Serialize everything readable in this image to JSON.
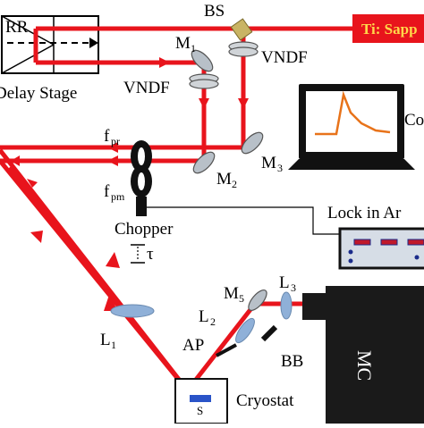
{
  "labels": {
    "rr": "RR",
    "delay_stage": "Delay Stage",
    "bs": "BS",
    "laser": "Ti: Sapp",
    "m1": "M",
    "m1_sub": "1",
    "vndf_left": "VNDF",
    "vndf_right": "VNDF",
    "m2": "M",
    "m2_sub": "2",
    "m3": "M",
    "m3_sub": "3",
    "fpr": "f",
    "fpr_sub": "pr",
    "fpm": "f",
    "fpm_sub": "pm",
    "chopper": "Chopper",
    "tau": "τ",
    "computer": "Co",
    "lockin": "Lock in Ar",
    "l1": "L",
    "l1_sub": "1",
    "l2": "L",
    "l2_sub": "2",
    "l3": "L",
    "l3_sub": "3",
    "m5": "M",
    "m5_sub": "5",
    "ap": "AP",
    "bb": "BB",
    "mc": "MC",
    "sample": "S",
    "cryostat": "Cryostat"
  },
  "colors": {
    "beam": "#e8141c",
    "laser_box": "#e8141c",
    "laser_text": "#ffd84a",
    "optic": "#8fb0d8",
    "bs": "#c9b464",
    "mirror": "#b8c0c8",
    "screen_trace": "#e8731a",
    "lockin_bg": "#d6dde6",
    "lockin_bar": "#c0182a",
    "lockin_dot": "#1a2b8a",
    "sample": "#2a54c8",
    "mc_body": "#1a1a1a"
  }
}
